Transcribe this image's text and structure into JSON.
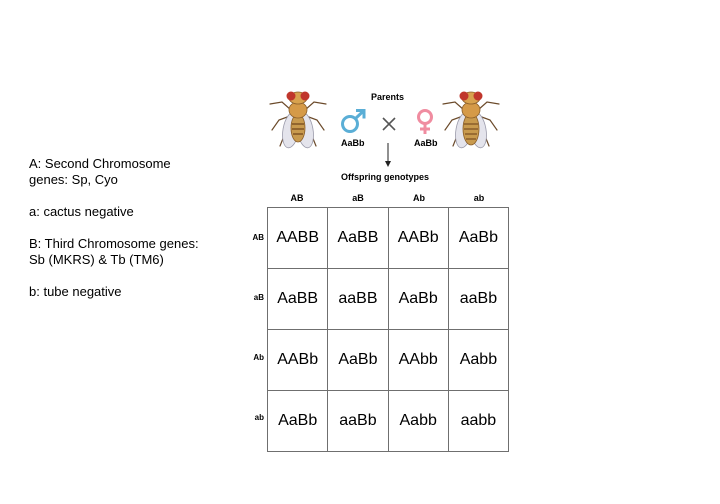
{
  "legend": {
    "a_upper": "A: Second Chromosome genes: Sp, Cyo",
    "a_lower": "a: cactus negative",
    "b_upper": "B: Third Chromosome genes: Sb (MKRS) & Tb (TM6)",
    "b_lower": "b: tube negative"
  },
  "parents": {
    "title": "Parents",
    "male_genotype": "AaBb",
    "female_genotype": "AaBb",
    "male_color": "#5aaed6",
    "female_color": "#f08ca0"
  },
  "offspring": {
    "title": "Offspring genotypes",
    "columns": [
      "AB",
      "aB",
      "Ab",
      "ab"
    ],
    "rows": [
      "AB",
      "aB",
      "Ab",
      "ab"
    ],
    "cells": [
      [
        "AABB",
        "AaBB",
        "AABb",
        "AaBb"
      ],
      [
        "AaBB",
        "aaBB",
        "AaBb",
        "aaBb"
      ],
      [
        "AABb",
        "AaBb",
        "AAbb",
        "Aabb"
      ],
      [
        "AaBb",
        "aaBb",
        "Aabb",
        "aabb"
      ]
    ]
  },
  "icons": [
    "fruit-fly-icon",
    "male-symbol-icon",
    "cross-icon",
    "female-symbol-icon",
    "arrow-down-icon"
  ]
}
